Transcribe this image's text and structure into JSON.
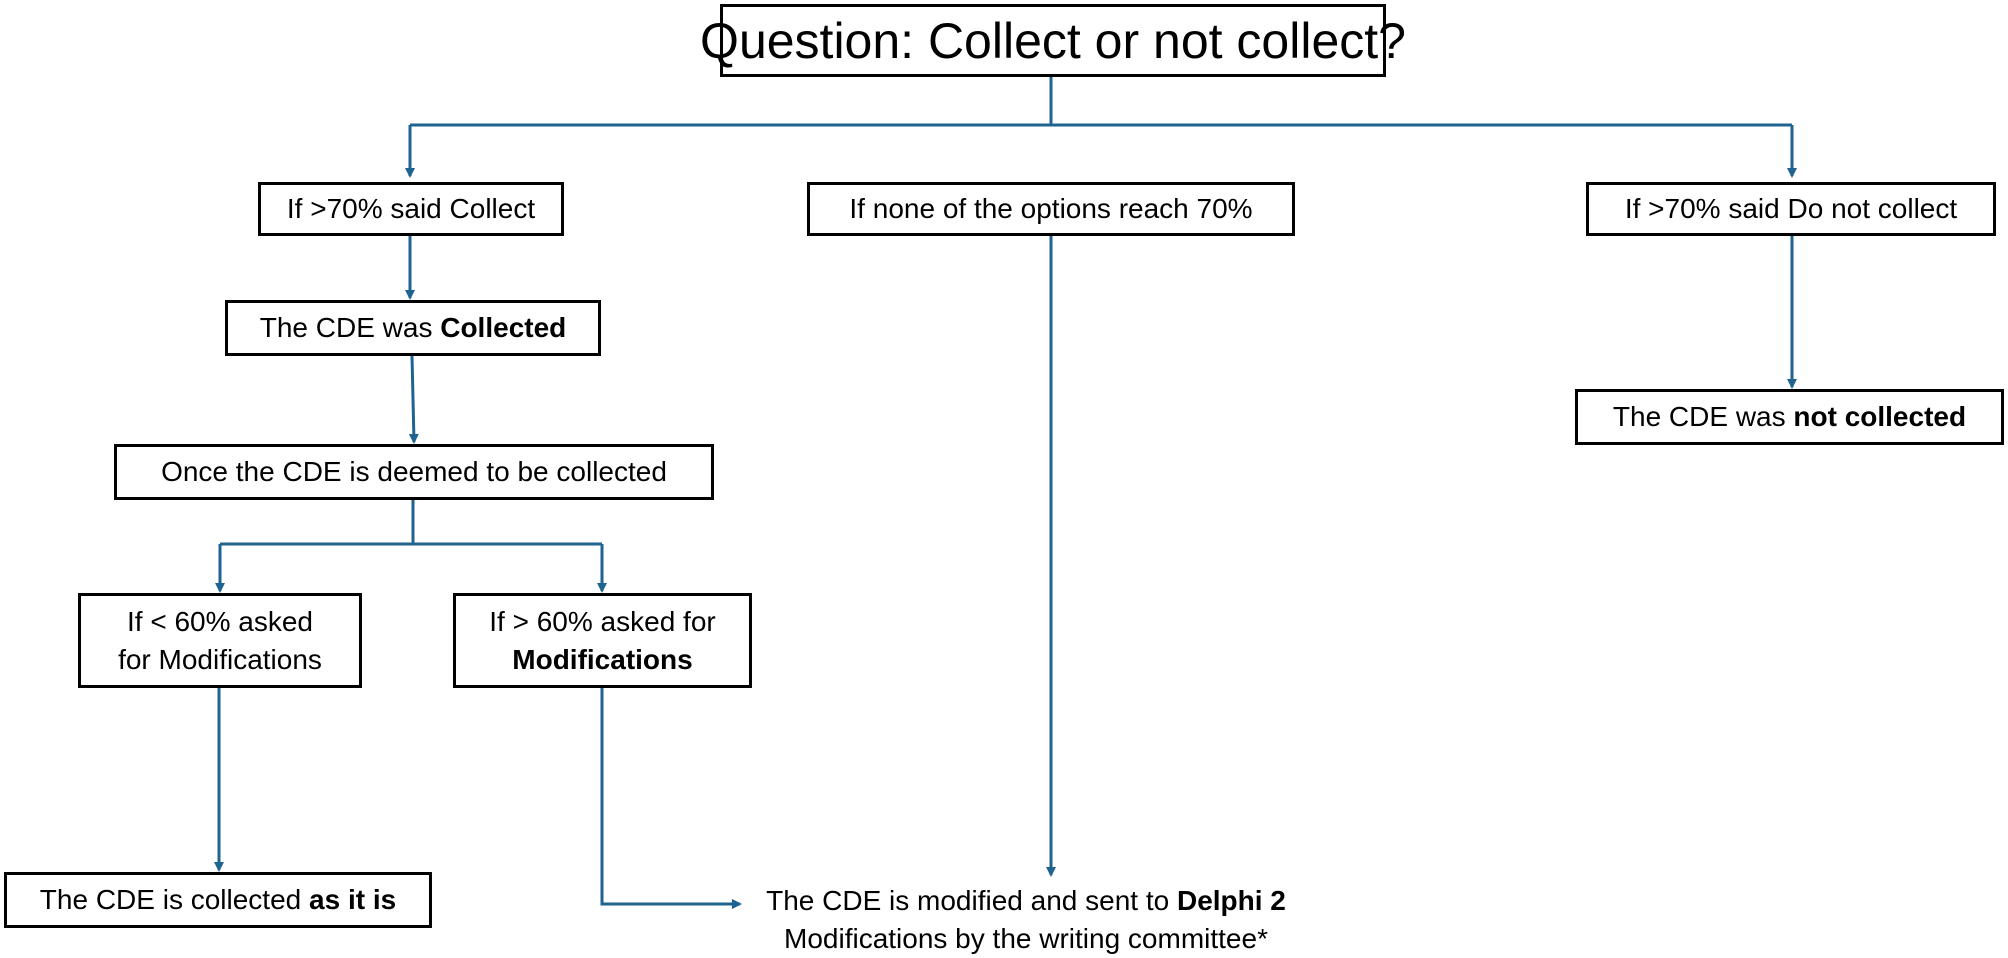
{
  "colors": {
    "connector": "#1f6391",
    "box_border": "#000000",
    "background": "#ffffff"
  },
  "nodes": {
    "question": {
      "text": "Question: Collect or not collect?"
    },
    "collect_70": {
      "text": "If >70% said Collect"
    },
    "none_70": {
      "text": "If none of the options reach 70%"
    },
    "not_collect_70": {
      "text": "If >70% said Do not collect"
    },
    "was_collected": {
      "prefix": "The CDE was ",
      "bold": "Collected"
    },
    "not_collected": {
      "prefix": "The CDE was ",
      "bold": "not collected"
    },
    "deemed_collected": {
      "text": "Once the CDE is deemed to be collected"
    },
    "less_60": {
      "line1": "If < 60% asked",
      "line2": "for Modifications"
    },
    "more_60": {
      "line1": "If > 60% asked for",
      "line2_bold": "Modifications"
    },
    "collected_as_is": {
      "prefix": "The CDE is collected ",
      "bold": "as it is"
    },
    "modified_delphi": {
      "line1_prefix": "The CDE is modified and sent to ",
      "line1_bold": "Delphi 2",
      "line2": "Modifications by the writing committee*"
    }
  }
}
